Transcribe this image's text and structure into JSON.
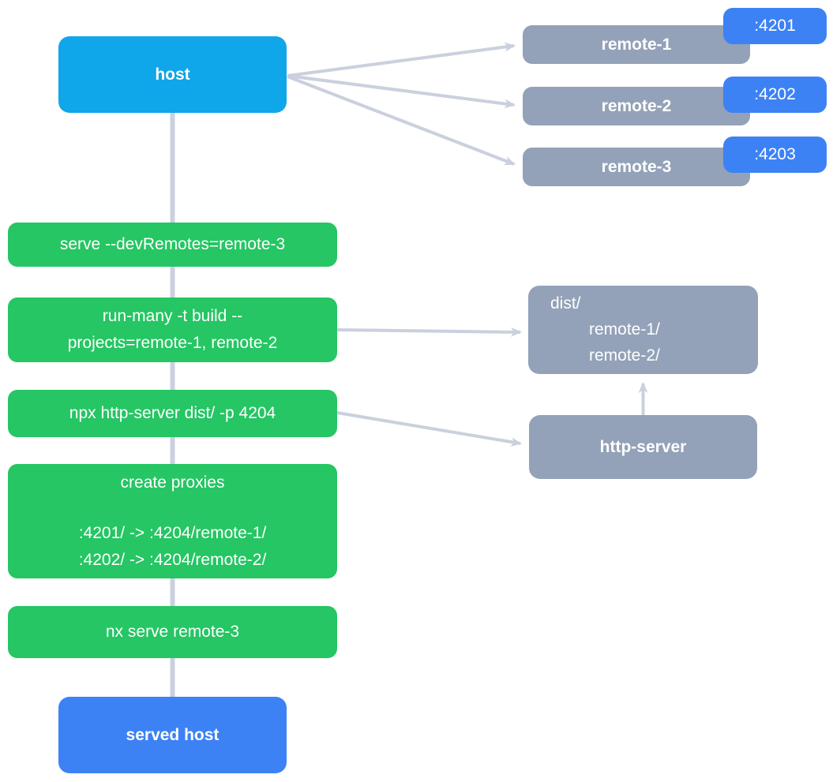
{
  "colors": {
    "host": "#0FA6EA",
    "remote": "#93A2B8",
    "port": "#3C82F5",
    "step": "#25C663",
    "served_host": "#3C82F5",
    "connector": "#CBD0DE"
  },
  "nodes": {
    "host": {
      "label": "host"
    },
    "remotes": [
      {
        "label": "remote-1",
        "port": ":4201"
      },
      {
        "label": "remote-2",
        "port": ":4202"
      },
      {
        "label": "remote-3",
        "port": ":4203"
      }
    ],
    "steps": [
      {
        "lines": [
          "serve --devRemotes=remote-3"
        ]
      },
      {
        "lines": [
          "run-many -t build --",
          "projects=remote-1, remote-2"
        ]
      },
      {
        "lines": [
          "npx http-server dist/ -p 4204"
        ]
      },
      {
        "title": "create proxies",
        "rules": [
          ":4201/ -> :4204/remote-1/",
          ":4202/ -> :4204/remote-2/"
        ]
      },
      {
        "lines": [
          "nx serve remote-3"
        ]
      }
    ],
    "dist": {
      "root": "dist/",
      "children": [
        "remote-1/",
        "remote-2/"
      ]
    },
    "http_server": {
      "label": "http-server"
    },
    "served_host": {
      "label": "served host"
    }
  }
}
